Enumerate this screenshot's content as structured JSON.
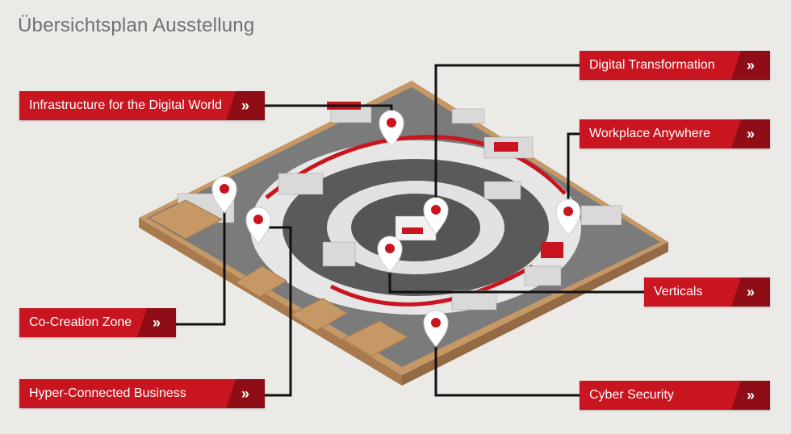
{
  "page": {
    "title": "Übersichtsplan Ausstellung"
  },
  "colors": {
    "accent": "#c8151f",
    "accent_dark": "#8e0d16",
    "background": "#ebeae6",
    "line": "#111111"
  },
  "icons": {
    "arrow": "double-chevron-right-icon",
    "marker": "map-pin-icon"
  },
  "buttons": {
    "infrastructure": {
      "label": "Infrastructure for the Digital World",
      "arrow": "»"
    },
    "digital_transformation": {
      "label": "Digital Transformation",
      "arrow": "»"
    },
    "workplace_anywhere": {
      "label": "Workplace Anywhere",
      "arrow": "»"
    },
    "verticals": {
      "label": "Verticals",
      "arrow": "»"
    },
    "co_creation": {
      "label": "Co-Creation Zone",
      "arrow": "»"
    },
    "hyper_connected": {
      "label": "Hyper-Connected Business",
      "arrow": "»"
    },
    "cyber_security": {
      "label": "Cyber Security",
      "arrow": "»"
    }
  }
}
